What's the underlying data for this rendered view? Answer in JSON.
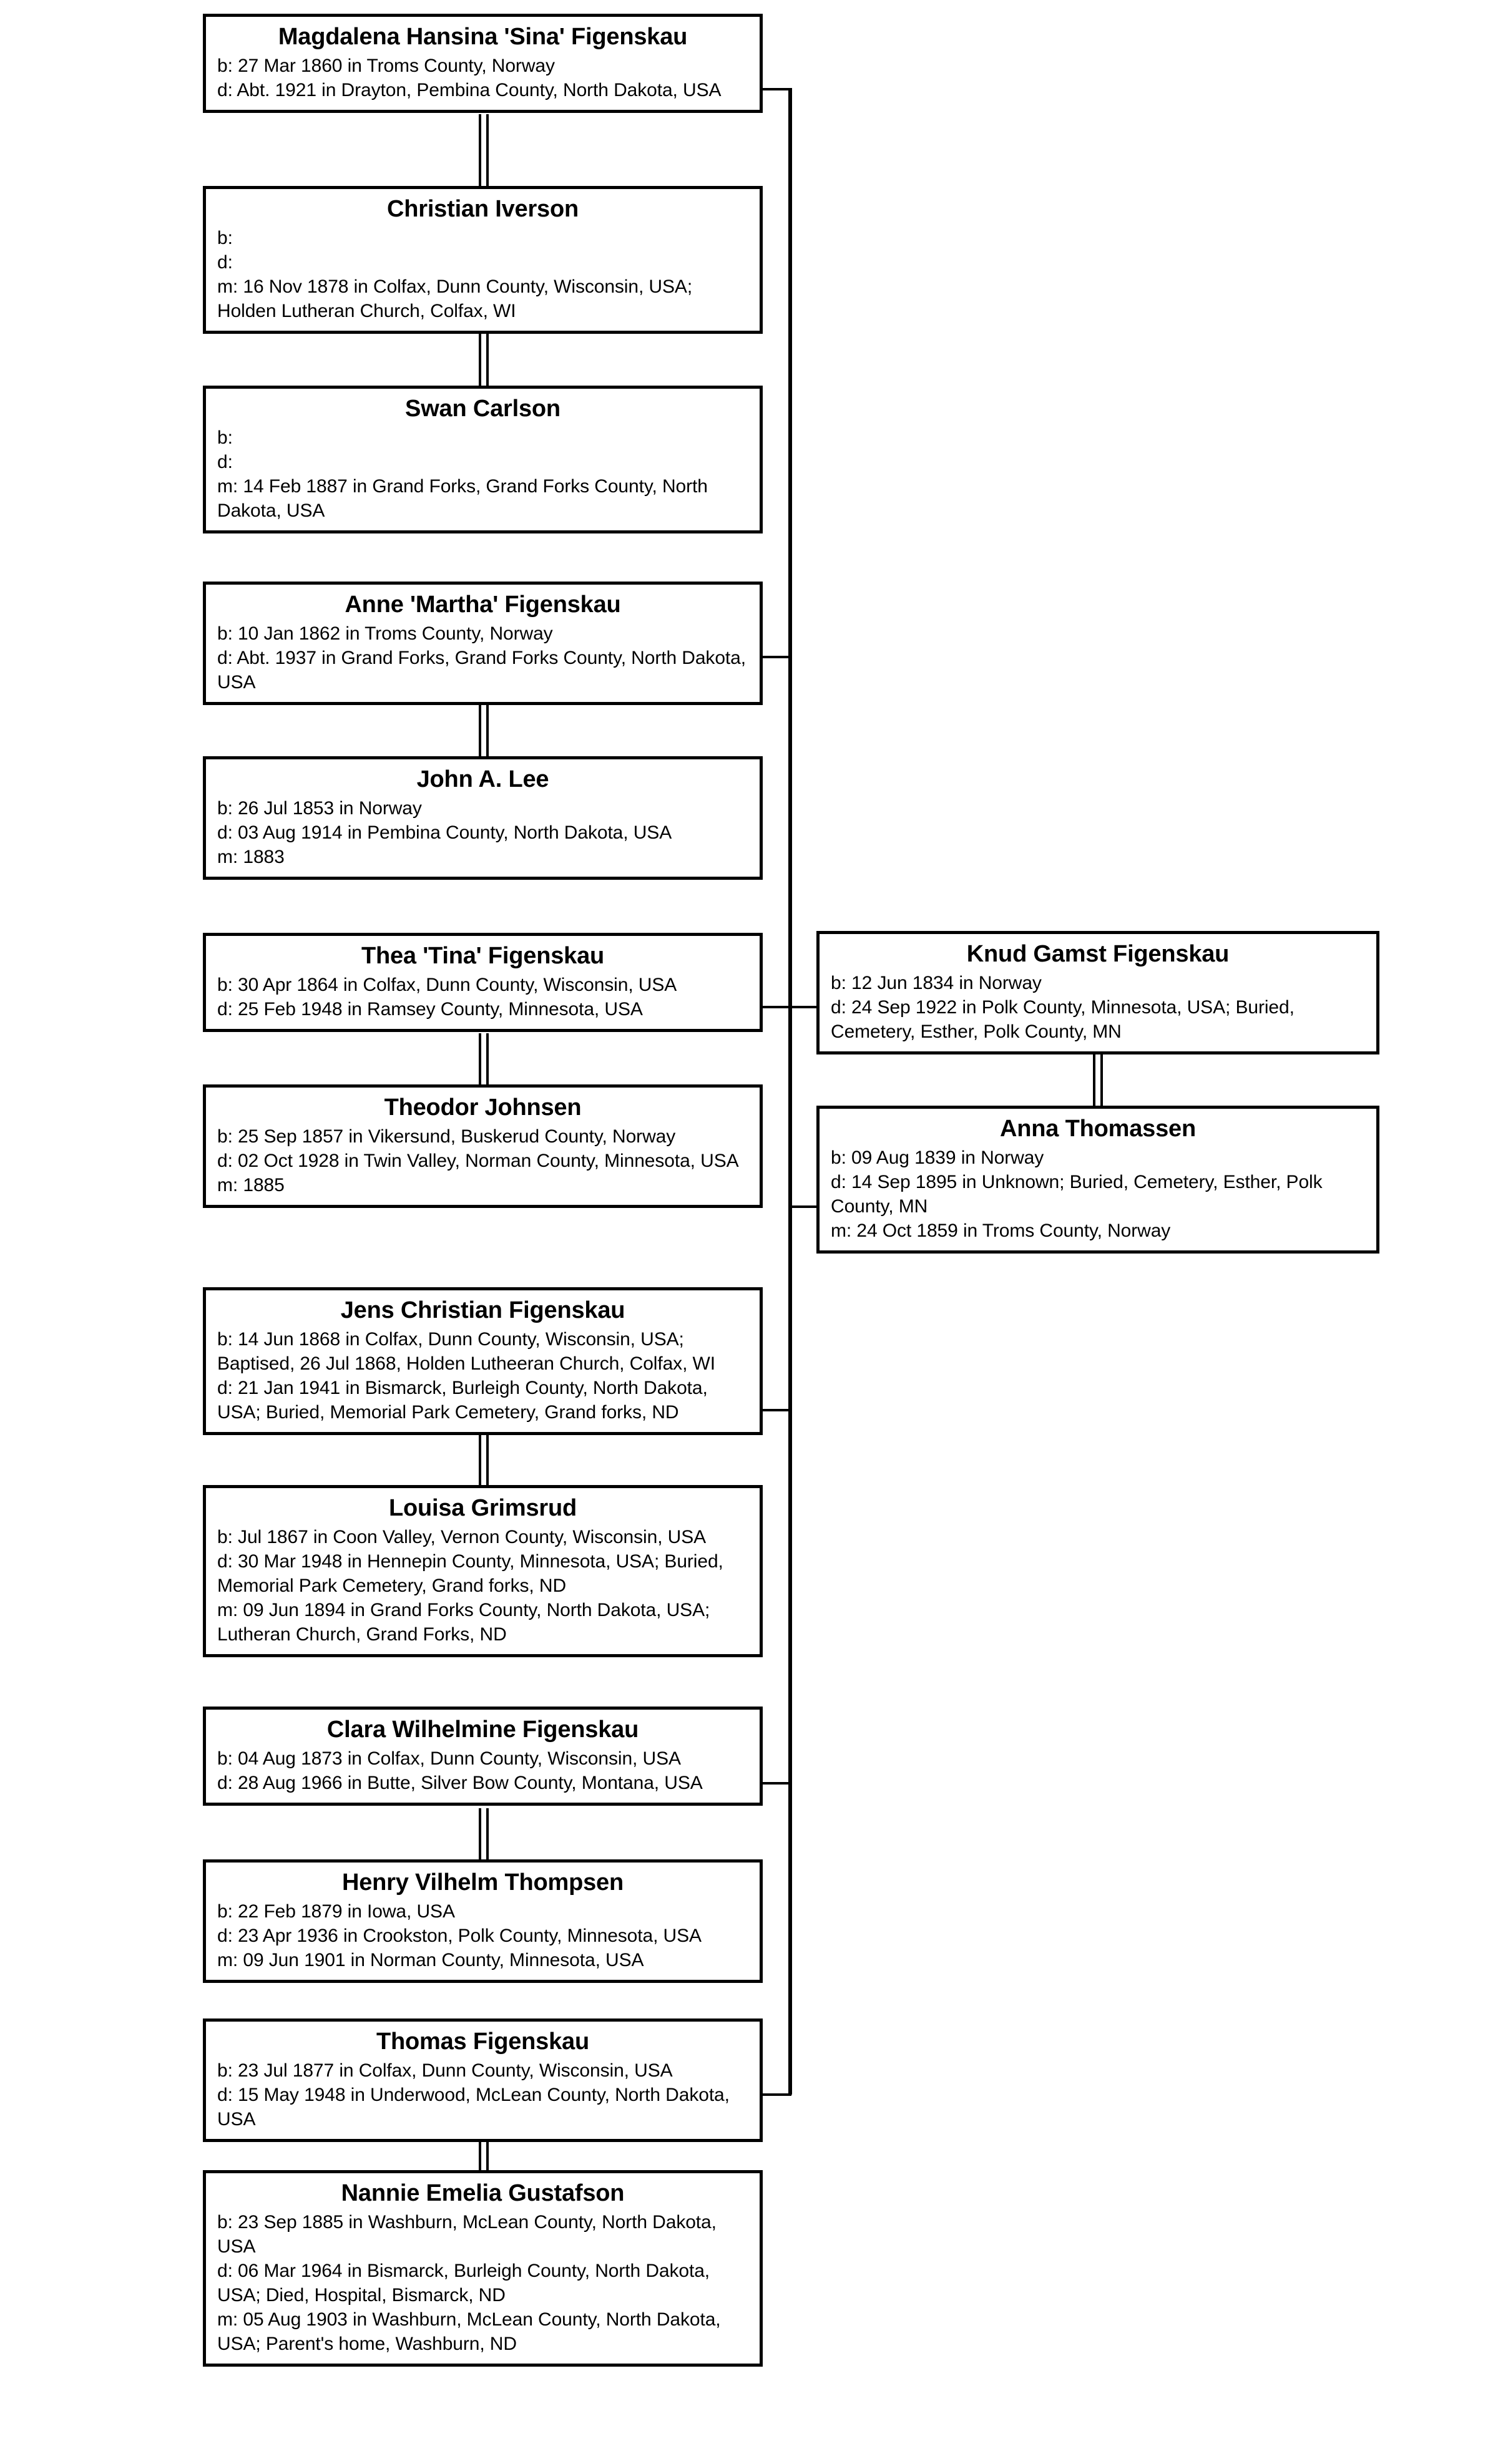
{
  "chart": {
    "type": "genealogy-pedigree-chart",
    "orientation": "vertical-stack-left-column-with-right-parents",
    "background_color": "#ffffff",
    "line_color": "#000000",
    "text_color": "#000000"
  },
  "people": [
    {
      "id": "magdalena",
      "name": "Magdalena Hansina 'Sina' Figenskau",
      "lines": [
        "b: 27 Mar 1860 in Troms County, Norway",
        "d: Abt. 1921 in Drayton, Pembina County, North Dakota, USA"
      ]
    },
    {
      "id": "christian-iverson",
      "name": "Christian Iverson",
      "lines": [
        "b:",
        "d:",
        "m: 16 Nov 1878 in Colfax, Dunn County, Wisconsin, USA; Holden Lutheran Church, Colfax, WI"
      ]
    },
    {
      "id": "swan-carlson",
      "name": "Swan Carlson",
      "lines": [
        "b:",
        "d:",
        "m: 14 Feb 1887 in Grand Forks, Grand Forks County, North Dakota, USA"
      ]
    },
    {
      "id": "anne-martha",
      "name": "Anne 'Martha' Figenskau",
      "lines": [
        "b: 10 Jan 1862 in Troms County, Norway",
        "d: Abt. 1937 in Grand Forks, Grand Forks County, North Dakota, USA"
      ]
    },
    {
      "id": "john-a-lee",
      "name": "John A. Lee",
      "lines": [
        "b: 26 Jul 1853 in Norway",
        "d: 03 Aug 1914 in Pembina County, North Dakota, USA",
        "m: 1883"
      ]
    },
    {
      "id": "thea-tina",
      "name": "Thea 'Tina' Figenskau",
      "lines": [
        "b: 30 Apr 1864 in Colfax, Dunn County, Wisconsin, USA",
        "d: 25 Feb 1948 in Ramsey County, Minnesota, USA"
      ]
    },
    {
      "id": "theodor-johnsen",
      "name": "Theodor Johnsen",
      "lines": [
        "b: 25 Sep 1857 in Vikersund, Buskerud County, Norway",
        "d: 02 Oct 1928 in Twin Valley, Norman County, Minnesota, USA",
        "m: 1885"
      ]
    },
    {
      "id": "jens-christian",
      "name": "Jens Christian Figenskau",
      "lines": [
        "b: 14 Jun 1868 in Colfax, Dunn County, Wisconsin, USA; Baptised, 26 Jul 1868, Holden Lutheeran Church, Colfax, WI",
        "d: 21 Jan 1941 in Bismarck, Burleigh County, North Dakota, USA; Buried, Memorial Park Cemetery, Grand forks, ND"
      ]
    },
    {
      "id": "louisa-grimsrud",
      "name": "Louisa Grimsrud",
      "lines": [
        "b: Jul 1867 in Coon Valley, Vernon County, Wisconsin, USA",
        "d: 30 Mar 1948 in Hennepin County, Minnesota, USA; Buried, Memorial Park Cemetery, Grand forks, ND",
        "m: 09 Jun 1894 in Grand Forks County, North Dakota, USA; Lutheran Church, Grand Forks, ND"
      ]
    },
    {
      "id": "clara-wilhelmine",
      "name": "Clara Wilhelmine Figenskau",
      "lines": [
        "b: 04 Aug 1873 in Colfax, Dunn County, Wisconsin, USA",
        "d: 28 Aug 1966 in Butte, Silver Bow County, Montana, USA"
      ]
    },
    {
      "id": "henry-vilhelm-thompsen",
      "name": "Henry Vilhelm Thompsen",
      "lines": [
        "b: 22 Feb 1879 in Iowa, USA",
        "d: 23 Apr 1936 in Crookston, Polk County, Minnesota, USA",
        "m: 09 Jun 1901 in Norman County, Minnesota, USA"
      ]
    },
    {
      "id": "thomas-figenskau",
      "name": "Thomas Figenskau",
      "lines": [
        "b: 23 Jul 1877 in Colfax, Dunn County, Wisconsin, USA",
        "d: 15 May 1948 in Underwood, McLean County, North Dakota, USA"
      ]
    },
    {
      "id": "nannie-emelia-gustafson",
      "name": "Nannie Emelia Gustafson",
      "lines": [
        "b: 23 Sep 1885 in Washburn, McLean County, North Dakota, USA",
        "d: 06 Mar 1964 in Bismarck, Burleigh County, North Dakota, USA; Died, Hospital, Bismarck, ND",
        "m: 05 Aug 1903 in Washburn, McLean County, North Dakota, USA; Parent's home, Washburn, ND"
      ]
    },
    {
      "id": "knud-gamst",
      "name": "Knud Gamst Figenskau",
      "lines": [
        "b: 12 Jun 1834 in Norway",
        "d: 24 Sep 1922 in Polk County, Minnesota, USA; Buried, Cemetery, Esther, Polk County, MN"
      ]
    },
    {
      "id": "anna-thomassen",
      "name": "Anna Thomassen",
      "lines": [
        "b: 09 Aug 1839 in Norway",
        "d: 14 Sep 1895 in Unknown; Buried, Cemetery, Esther, Polk County, MN",
        "m: 24 Oct 1859 in Troms County, Norway"
      ]
    }
  ]
}
